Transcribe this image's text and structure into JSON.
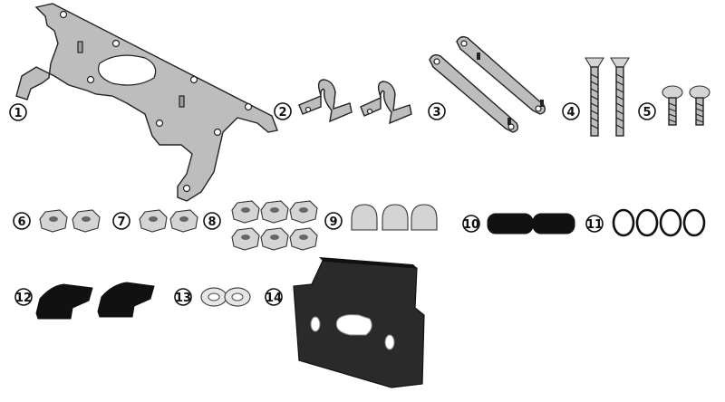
{
  "part_numbers": [
    "1",
    "2",
    "3",
    "4",
    "5",
    "6",
    "7",
    "8",
    "9",
    "10",
    "11",
    "12",
    "13",
    "14"
  ]
}
